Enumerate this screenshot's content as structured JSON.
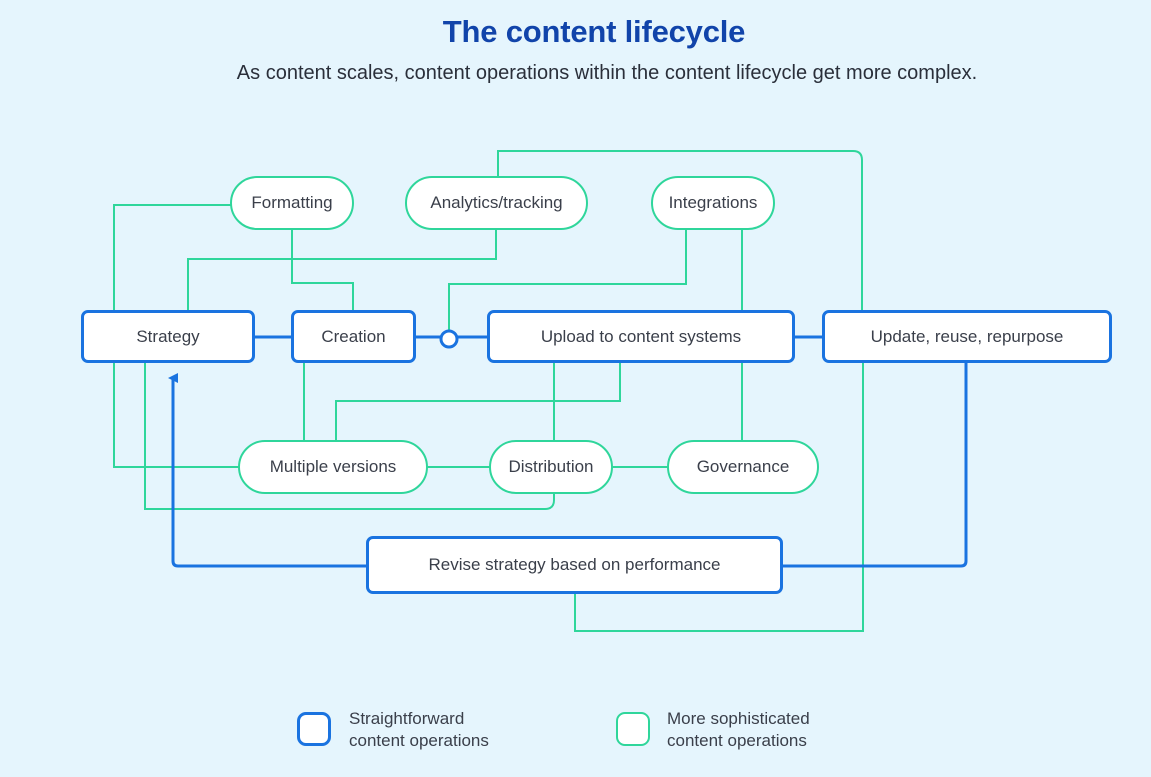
{
  "header": {
    "title": "The content lifecycle",
    "subtitle": "As content scales, content operations within the content lifecycle get more complex."
  },
  "nodes": {
    "strategy": "Strategy",
    "creation": "Creation",
    "upload": "Upload to content systems",
    "update": "Update, reuse, repurpose",
    "revise": "Revise strategy based on performance",
    "formatting": "Formatting",
    "analytics": "Analytics/tracking",
    "integrations": "Integrations",
    "versions": "Multiple versions",
    "distribution": "Distribution",
    "governance": "Governance"
  },
  "legend": {
    "straightforward": "Straightforward\ncontent operations",
    "sophisticated": "More sophisticated\ncontent operations"
  },
  "colors": {
    "straightforward": "#1a73e0",
    "sophisticated": "#2fd69b",
    "title": "#1144aa",
    "background": "#e5f5fd"
  }
}
